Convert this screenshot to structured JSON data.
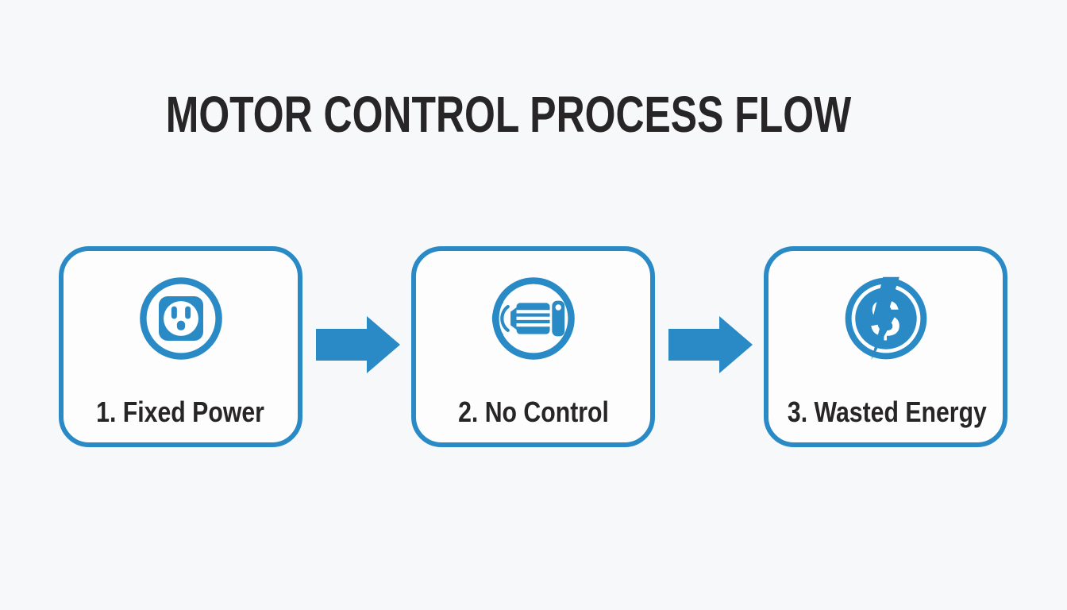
{
  "title": "MOTOR CONTROL PROCESS FLOW",
  "colors": {
    "accent_blue": "#2a8ac5",
    "text_dark": "#272525",
    "background": "#f7f8fa",
    "box_fill": "#fdfdfd"
  },
  "steps": [
    {
      "label": "1. Fixed Power",
      "icon": "power-outlet-icon"
    },
    {
      "label": "2. No Control",
      "icon": "motor-icon"
    },
    {
      "label": "3. Wasted Energy",
      "icon": "wasted-energy-icon"
    }
  ],
  "connectors": [
    {
      "type": "arrow-right"
    },
    {
      "type": "arrow-right"
    }
  ]
}
